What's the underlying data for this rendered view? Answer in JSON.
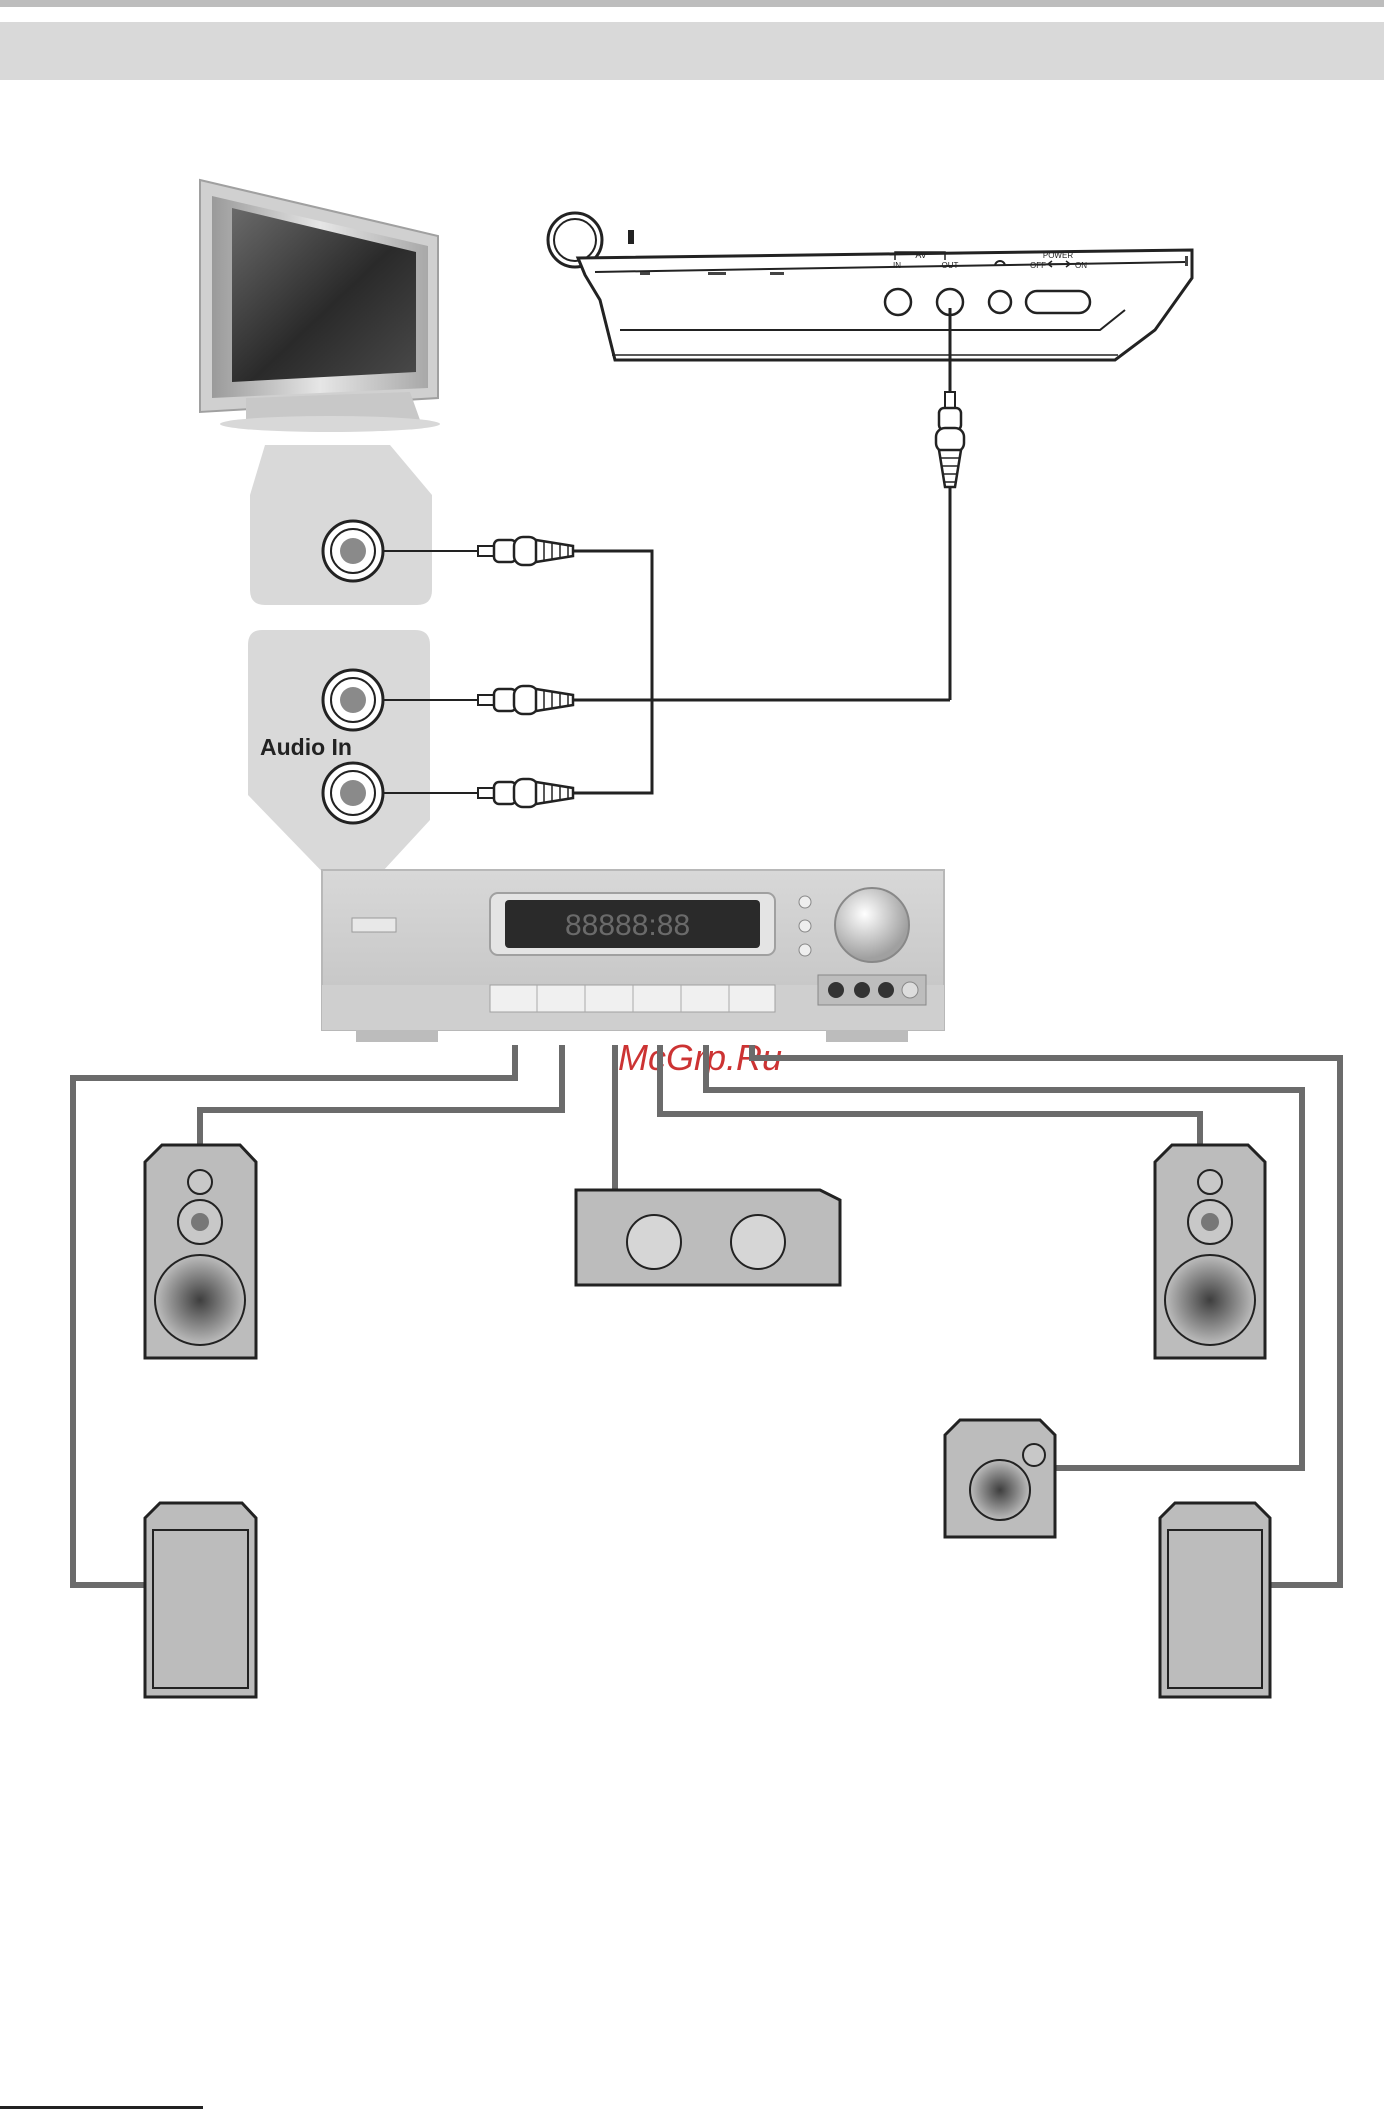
{
  "header": {
    "title": ""
  },
  "player": {
    "av_label": "AV",
    "in_label": "IN",
    "out_label": "OUT",
    "power_label": "POWER",
    "off_label": "OFF",
    "on_label": "ON"
  },
  "tv_panel": {
    "audio_in_label": "Audio In"
  },
  "receiver": {
    "display_text": "88888:88"
  },
  "watermark": "McGrp.Ru"
}
